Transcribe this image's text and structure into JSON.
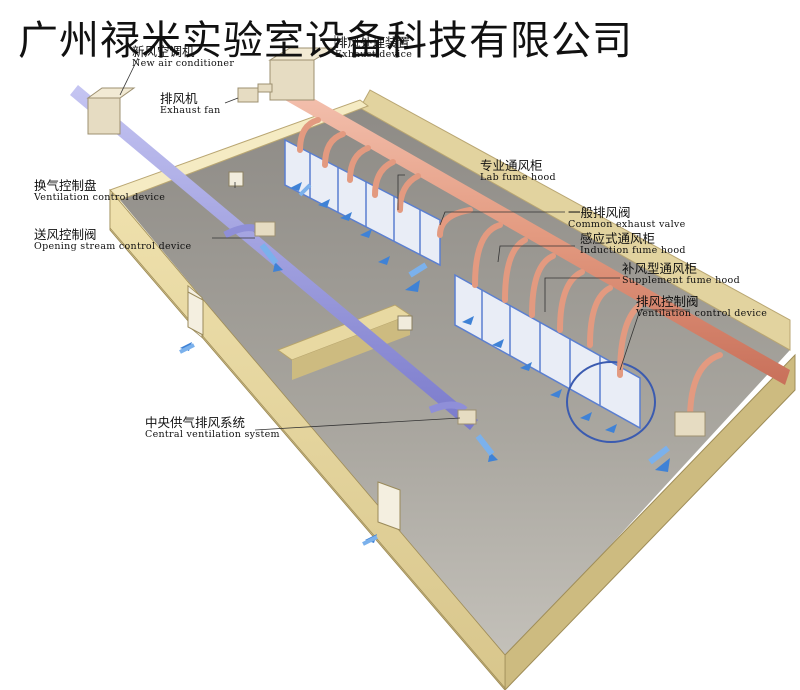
{
  "title": "广州禄米实验室设备科技有限公司",
  "labels": {
    "new_air": {
      "zh": "新风空调机",
      "en": "New air conditioner"
    },
    "exhaust_dev": {
      "zh": "排风处理装置",
      "en": "Exhaust device"
    },
    "exhaust_fan": {
      "zh": "排风机",
      "en": "Exhaust fan"
    },
    "vent_panel": {
      "zh": "换气控制盘",
      "en": "Ventilation control device"
    },
    "supply_valve": {
      "zh": "送风控制阀",
      "en": "Opening stream control device"
    },
    "lab_hood": {
      "zh": "专业通风柜",
      "en": "Lab fume hood"
    },
    "common_valve": {
      "zh": "一般排风阀",
      "en": "Common exhaust valve"
    },
    "induction_hood": {
      "zh": "感应式通风柜",
      "en": "Induction fume hood"
    },
    "supplement_hood": {
      "zh": "补风型通风柜",
      "en": "Supplement fume hood"
    },
    "exhaust_valve": {
      "zh": "排风控制阀",
      "en": "Ventilation control device"
    },
    "central": {
      "zh": "中央供气排风系统",
      "en": "Central ventilation system"
    }
  },
  "colors": {
    "floor": "#a5a19a",
    "wall_outer": "#e6d59e",
    "wall_top": "#f2e6b6",
    "exhaust_pipe": "#e8a48e",
    "supply_pipe": "#8f8fd8",
    "airflow": "#3f82d6",
    "hood_blue": "#5b7fd0"
  }
}
